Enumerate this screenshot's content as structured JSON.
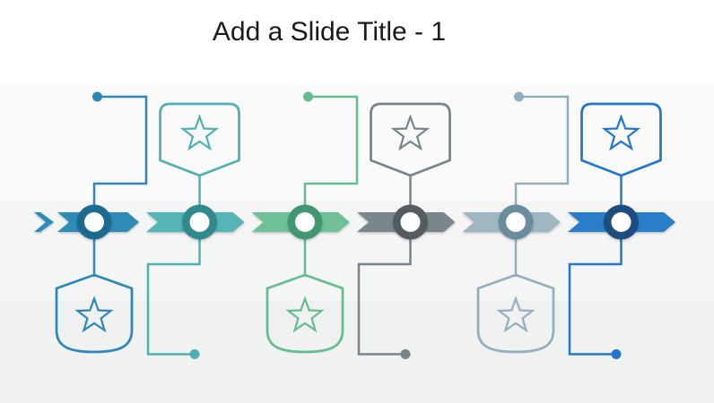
{
  "title": "Add a Slide Title - 1",
  "slide": {
    "bands": [
      "#ffffff",
      "#fafafa",
      "#f4f5f5",
      "#f0f1f1"
    ]
  },
  "timeline": {
    "direction": "left-to-right",
    "items": [
      {
        "name": "milestone-1",
        "icon": "star",
        "badge_position": "below",
        "endpoint_dot": "top",
        "chevron_color": "#2f8bb8",
        "ring_color": "#1e6a8e",
        "accent_color": "#2e87b8"
      },
      {
        "name": "milestone-2",
        "icon": "star",
        "badge_position": "above",
        "endpoint_dot": "bottom",
        "chevron_color": "#57b3b6",
        "ring_color": "#31898d",
        "accent_color": "#4fb0b4"
      },
      {
        "name": "milestone-3",
        "icon": "star",
        "badge_position": "below",
        "endpoint_dot": "top",
        "chevron_color": "#6fc096",
        "ring_color": "#3f9770",
        "accent_color": "#63bd91"
      },
      {
        "name": "milestone-4",
        "icon": "star",
        "badge_position": "above",
        "endpoint_dot": "bottom",
        "chevron_color": "#79878a",
        "ring_color": "#535d60",
        "accent_color": "#75858a"
      },
      {
        "name": "milestone-5",
        "icon": "star",
        "badge_position": "below",
        "endpoint_dot": "top",
        "chevron_color": "#9fb7c1",
        "ring_color": "#6a8d9d",
        "accent_color": "#93afbd"
      },
      {
        "name": "milestone-6",
        "icon": "star",
        "badge_position": "above",
        "endpoint_dot": "bottom",
        "chevron_color": "#2a7dc8",
        "ring_color": "#1a4e7e",
        "accent_color": "#2277c8"
      }
    ]
  }
}
